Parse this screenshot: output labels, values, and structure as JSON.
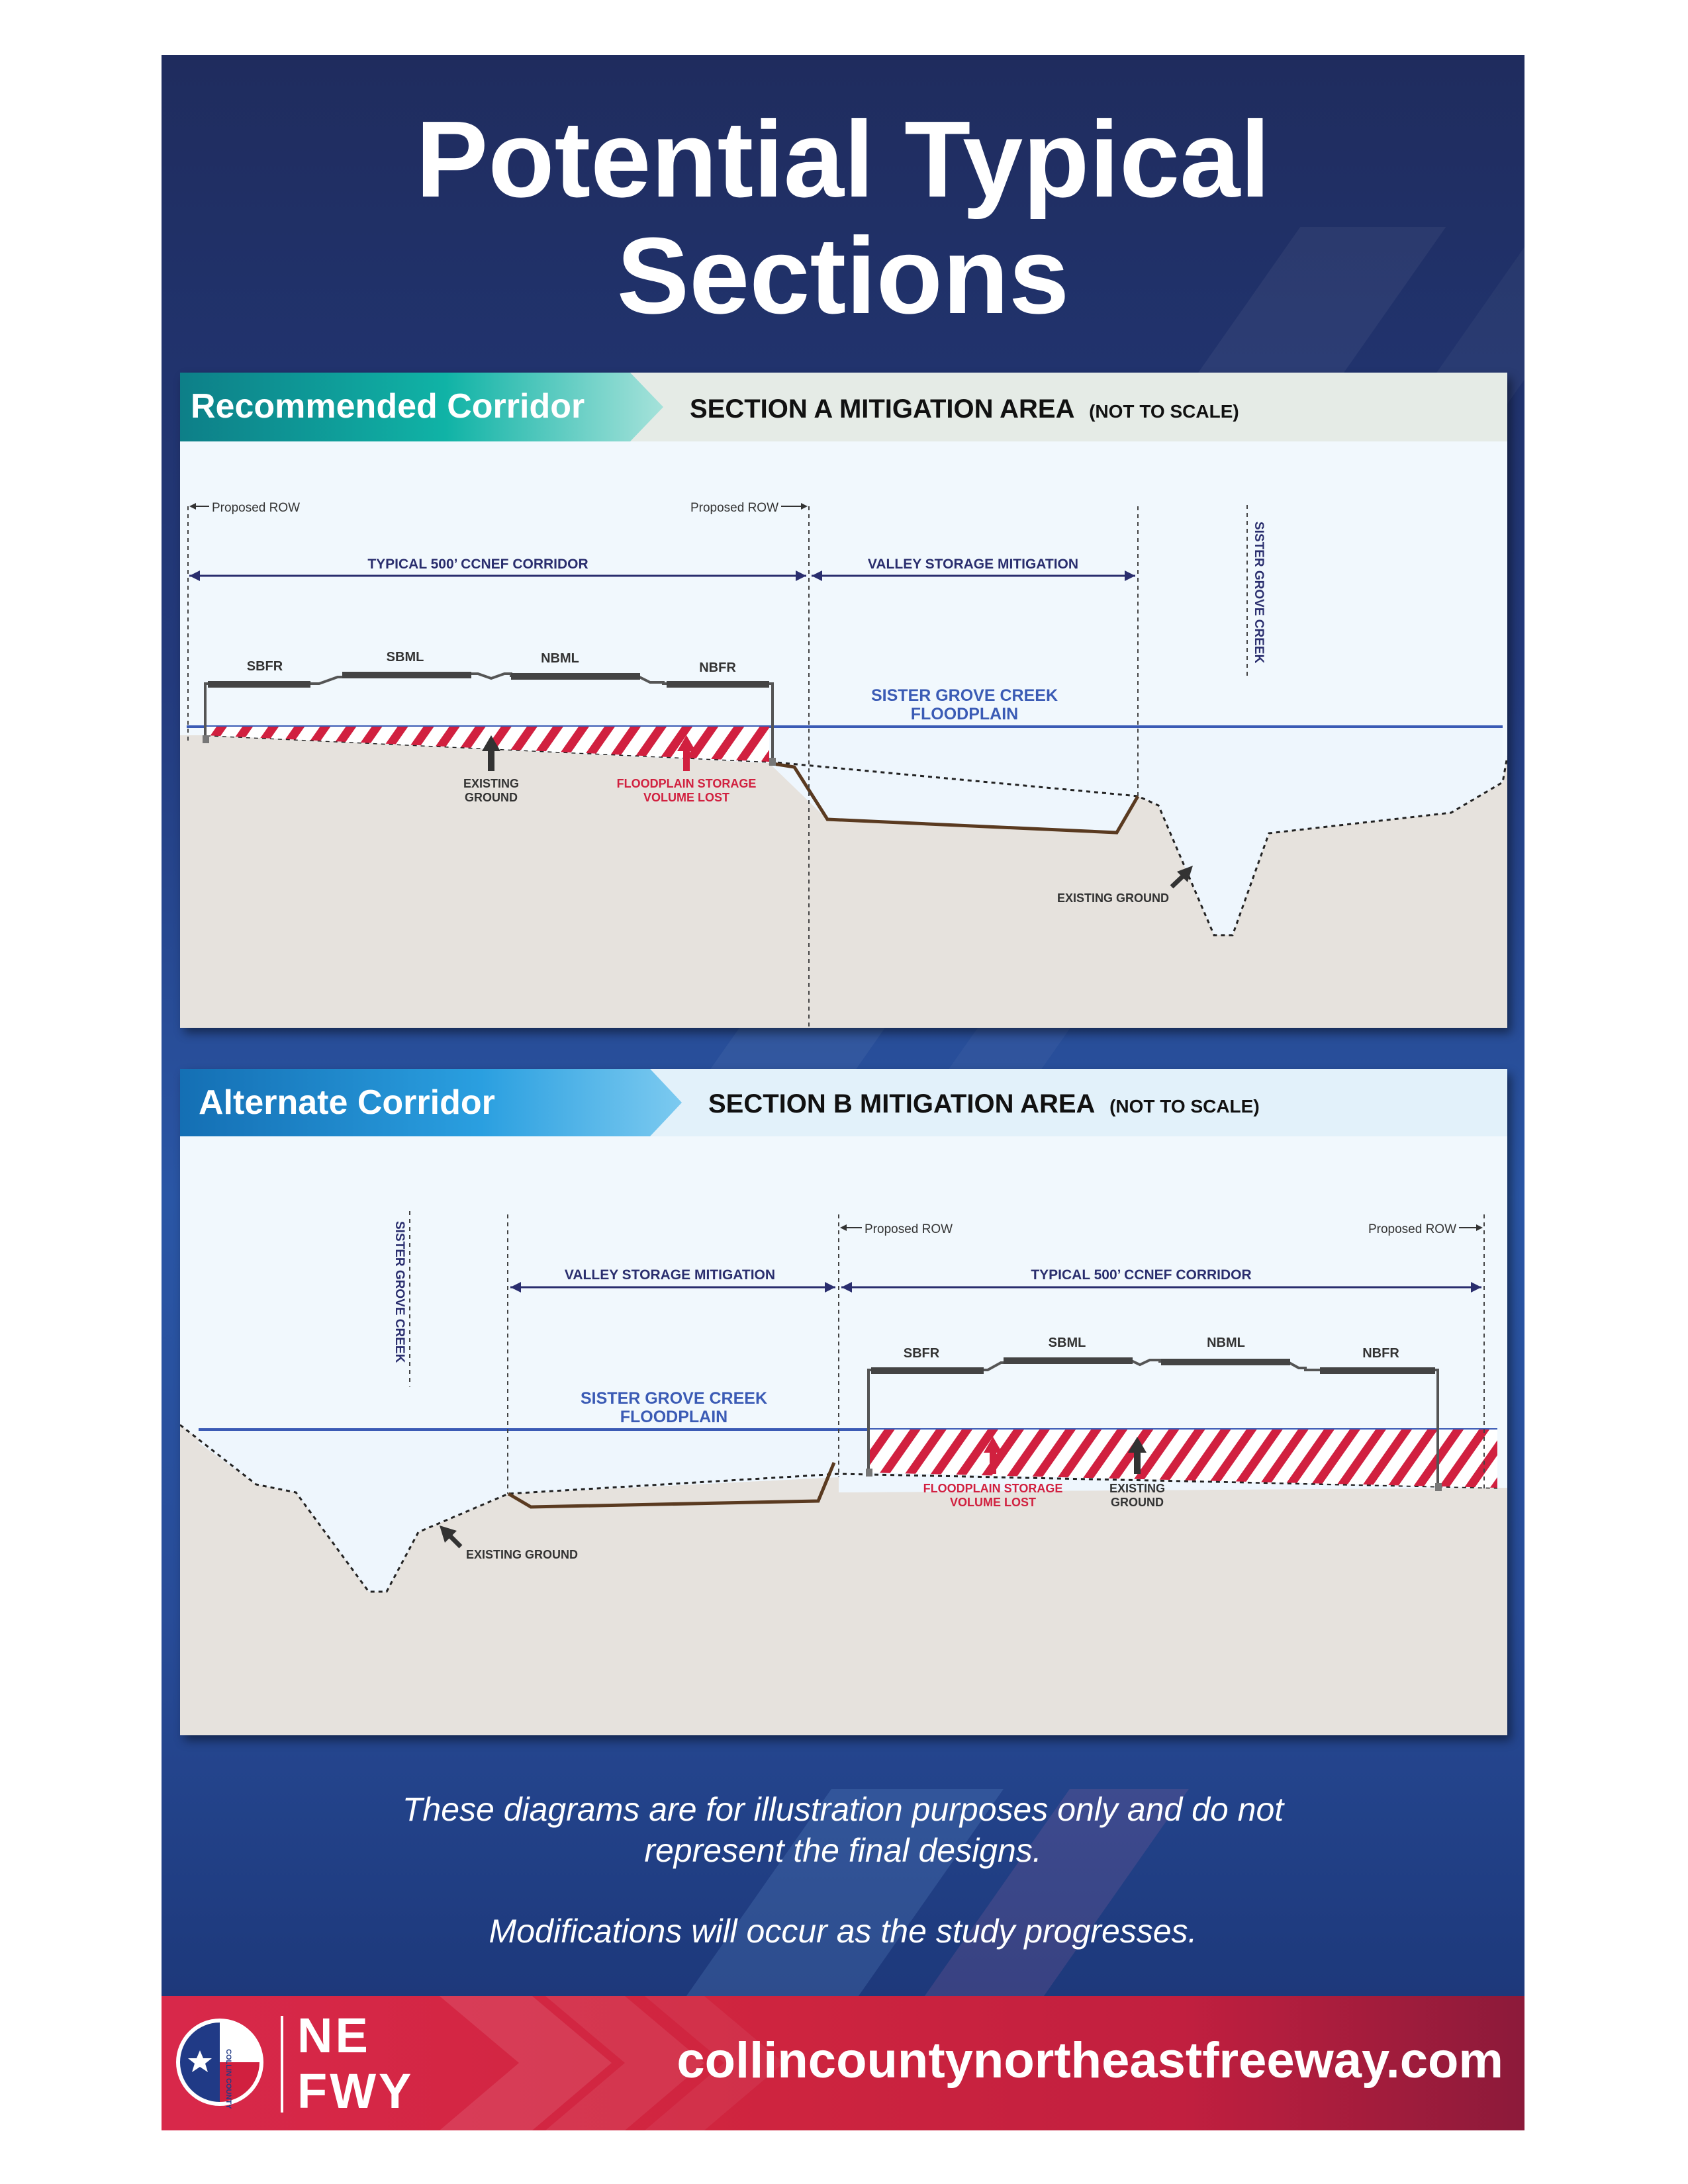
{
  "title": {
    "line1": "Potential Typical",
    "line2": "Sections"
  },
  "sections": [
    {
      "corridor_label": "Recommended Corridor",
      "section_title": "SECTION A MITIGATION AREA",
      "scale_note": "(NOT TO SCALE)",
      "proposed_row_left": "Proposed ROW",
      "proposed_row_right": "Proposed ROW",
      "corridor_dim": "TYPICAL 500’ CCNEF CORRIDOR",
      "valley_dim": "VALLEY STORAGE MITIGATION",
      "creek_label": "SISTER GROVE CREEK",
      "floodplain_line1": "SISTER GROVE CREEK",
      "floodplain_line2": "FLOODPLAIN",
      "lanes": [
        "SBFR",
        "SBML",
        "NBML",
        "NBFR"
      ],
      "existing_ground_line1": "EXISTING",
      "existing_ground_line2": "GROUND",
      "storage_line1": "FLOODPLAIN STORAGE",
      "storage_line2": "VOLUME LOST",
      "existing_ground_creek": "EXISTING GROUND"
    },
    {
      "corridor_label": "Alternate Corridor",
      "section_title": "SECTION B MITIGATION AREA",
      "scale_note": "(NOT TO SCALE)",
      "proposed_row_left": "Proposed ROW",
      "proposed_row_right": "Proposed ROW",
      "corridor_dim": "TYPICAL 500’ CCNEF CORRIDOR",
      "valley_dim": "VALLEY STORAGE MITIGATION",
      "creek_label": "SISTER GROVE CREEK",
      "floodplain_line1": "SISTER GROVE CREEK",
      "floodplain_line2": "FLOODPLAIN",
      "lanes": [
        "SBFR",
        "SBML",
        "NBML",
        "NBFR"
      ],
      "existing_ground_line1": "EXISTING",
      "existing_ground_line2": "GROUND",
      "storage_line1": "FLOODPLAIN STORAGE",
      "storage_line2": "VOLUME LOST",
      "existing_ground_creek": "EXISTING GROUND"
    }
  ],
  "disclaimer": {
    "line1": "These diagrams are for illustration purposes only and do not",
    "line2": "represent the final designs.",
    "line3": "Modifications will occur as the study progresses."
  },
  "footer": {
    "logo_ne": "NE",
    "logo_fwy": "FWY",
    "seal_text": "COLLIN COUNTY",
    "url": "collincountynortheastfreeway.com"
  },
  "colors": {
    "navy": "#1f2c5e",
    "teal_banner": "#0f9e97",
    "blue_banner": "#1a88cc",
    "floodplain_line": "#3b5bb5",
    "storage_red": "#d1203f",
    "dim_navy": "#2a2e6e",
    "ground": "#e6e2dd",
    "footer_red": "#d0253f"
  },
  "icons": [
    "star-icon",
    "chevron-icon",
    "arrow-up-icon"
  ]
}
